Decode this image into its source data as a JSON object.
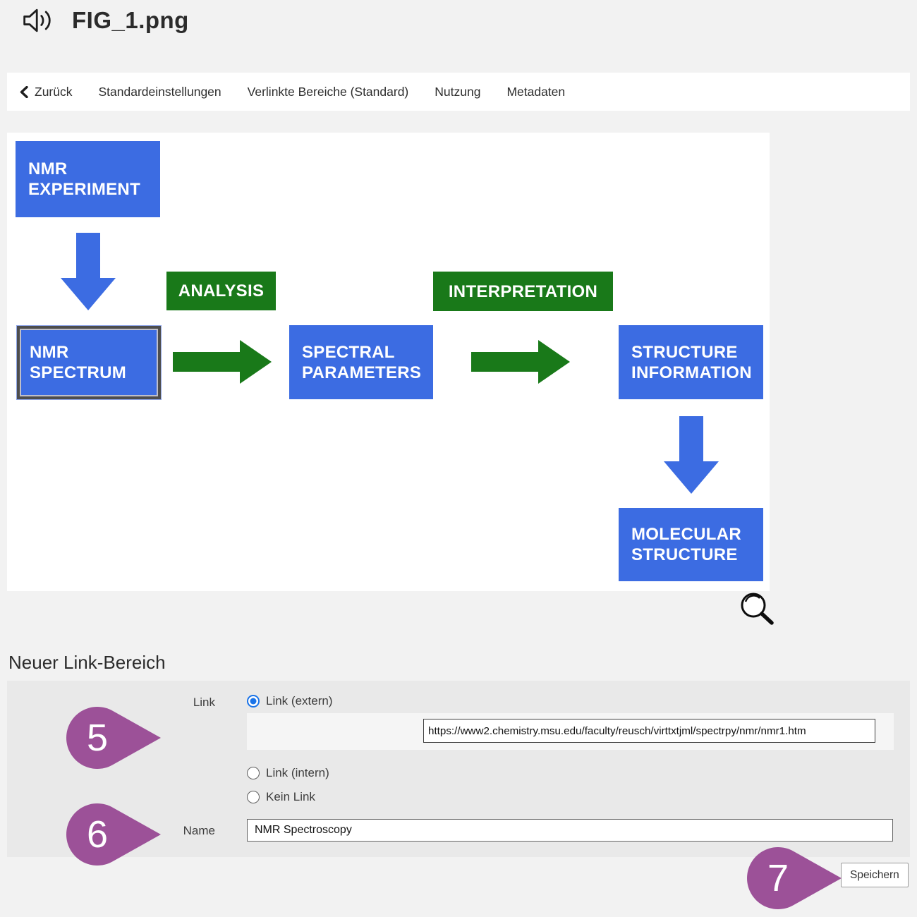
{
  "window": {
    "title": "FIG_1.png"
  },
  "nav": {
    "back_label": "Zurück",
    "items": [
      {
        "label": "Standardeinstellungen"
      },
      {
        "label": "Verlinkte Bereiche (Standard)"
      },
      {
        "label": "Nutzung"
      },
      {
        "label": "Metadaten"
      }
    ]
  },
  "figure": {
    "box_nmr_experiment": "NMR\nEXPERIMENT",
    "box_analysis": "ANALYSIS",
    "box_nmr_spectrum": "NMR\nSPECTRUM",
    "box_spectral_parameters": "SPECTRAL\nPARAMETERS",
    "box_interpretation": "INTERPRETATION",
    "box_structure_information": "STRUCTURE\nINFORMATION",
    "box_molecular_structure": "MOLECULAR\nSTRUCTURE",
    "colors": {
      "box_blue": "#3c6ce2",
      "box_green": "#197919"
    }
  },
  "form": {
    "heading": "Neuer Link-Bereich",
    "link_label": "Link",
    "radio_extern_label": "Link (extern)",
    "radio_intern_label": "Link (intern)",
    "radio_none_label": "Kein Link",
    "url_value": "https://www2.chemistry.msu.edu/faculty/reusch/virttxtjml/spectrpy/nmr/nmr1.htm",
    "name_label": "Name",
    "name_value": "NMR Spectroscopy",
    "save_label": "Speichern"
  },
  "annotations": {
    "color": "#9c5198",
    "markers": [
      {
        "number": "5"
      },
      {
        "number": "6"
      },
      {
        "number": "7"
      }
    ]
  }
}
